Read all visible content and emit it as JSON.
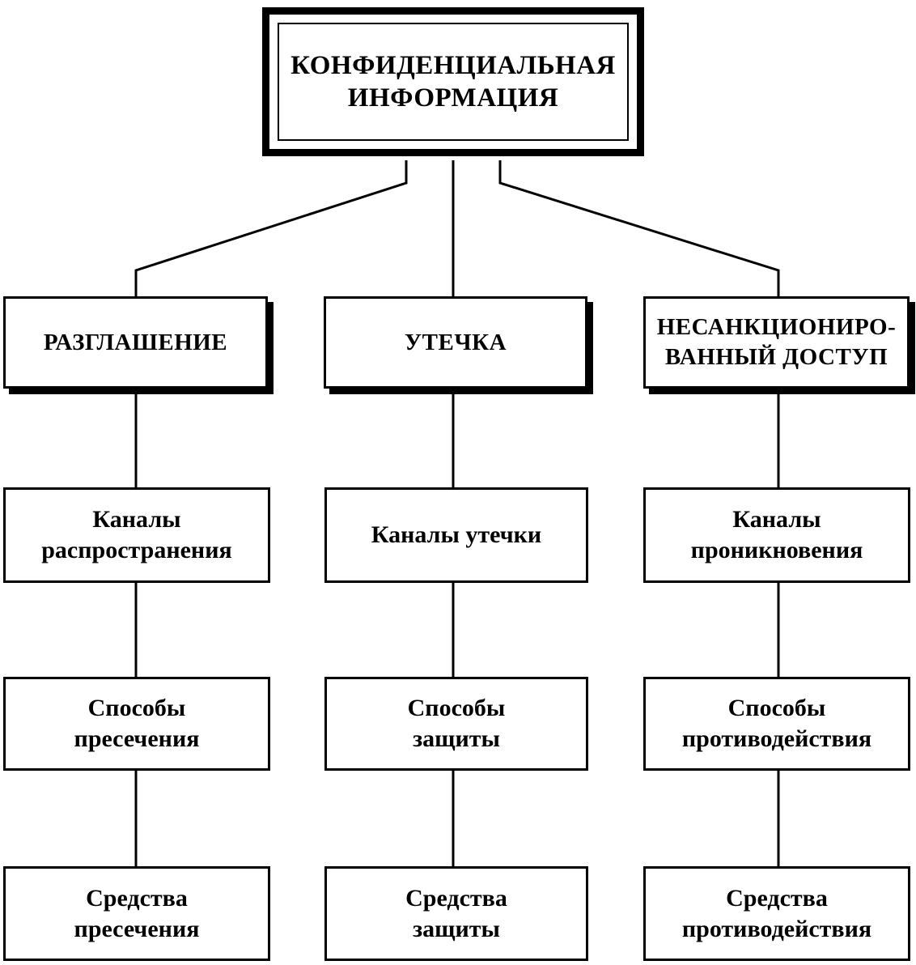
{
  "root": {
    "label": "КОНФИДЕНЦИАЛЬНАЯ\nИНФОРМАЦИЯ"
  },
  "branches": [
    {
      "category": "РАЗГЛАШЕНИЕ",
      "channels": "Каналы\nраспространения",
      "methods": "Способы\nпресечения",
      "means": "Средства\nпресечения"
    },
    {
      "category": "УТЕЧКА",
      "channels": "Каналы утечки",
      "methods": "Способы\nзащиты",
      "means": "Средства\nзащиты"
    },
    {
      "category": "НЕСАНКЦИОНИРО-\nВАННЫЙ ДОСТУП",
      "channels": "Каналы\nпроникновения",
      "methods": "Способы\nпротиводействия",
      "means": "Средства\nпротиводействия"
    }
  ]
}
